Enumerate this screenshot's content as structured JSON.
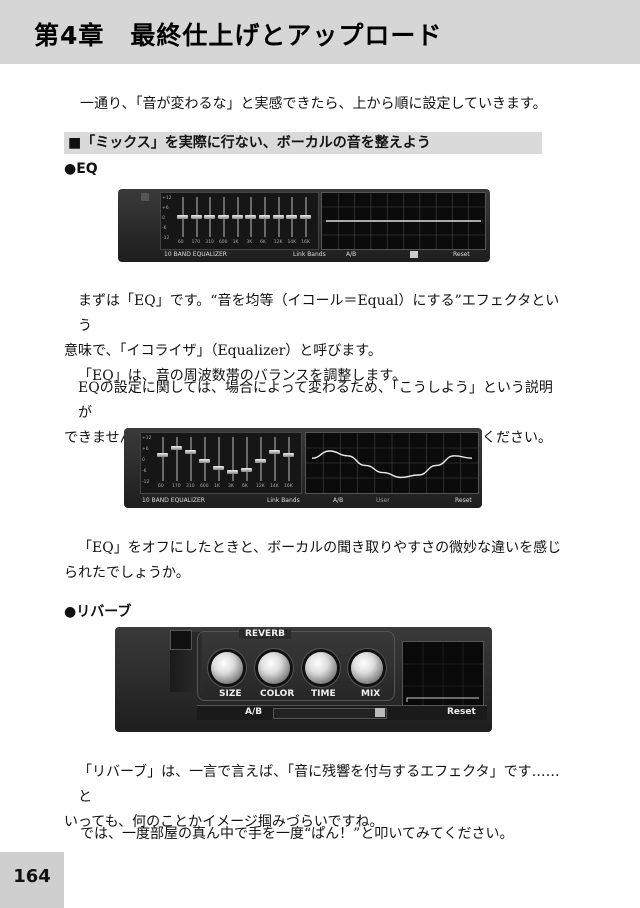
{
  "header": {
    "chapter": "第4章　最終仕上げとアップロード"
  },
  "paragraphs": {
    "p1": "一通り、「音が変わるな」と実感できたら、上から順に設定していきます。",
    "p2": [
      "まずは「EQ」です。“音を均等（イコール＝Equal）にする”エフェクタという",
      "意味で、「イコライザ」（Equalizer）と呼びます。",
      "「EQ」は、音の周波数帯のバランスを調整します。"
    ],
    "p3": [
      "EQの設定に関しては、場合によって変わるため、「こうしよう」という説明が",
      "できません。そのため、本書においては次の図のような設定にしてください。"
    ],
    "p4": [
      "「EQ」をオフにしたときと、ボーカルの聞き取りやすさの微妙な違いを感じ",
      "られたでしょうか。"
    ],
    "p5": [
      "「リバーブ」は、一言で言えば、「音に残響を付与するエフェクタ」です……と",
      "いっても、何のことかイメージ掴みづらいですね。"
    ],
    "p6": "では、一度部屋の真ん中で手を一度“ぱん！”と叩いてみてください。"
  },
  "section": {
    "title": "■「ミックス」を実際に行ない、ボーカルの音を整えよう"
  },
  "subheads": {
    "eq": "●EQ",
    "reverb": "●リバーブ"
  },
  "eq_plugin": {
    "name": "10 BAND EQUALIZER",
    "link": "Link Bands",
    "ab": "A/B",
    "reset": "Reset",
    "preset": "User",
    "scale": [
      "+12",
      "+6",
      "0",
      "-6",
      "-12"
    ],
    "freqs": [
      "60",
      "170",
      "310",
      "600",
      "1K",
      "3K",
      "6K",
      "12K",
      "14K",
      "16K"
    ],
    "eq1_levels": [
      0,
      0,
      0,
      0,
      0,
      0,
      0,
      0,
      0,
      0
    ],
    "eq2_levels": [
      0.2,
      0.5,
      0.3,
      -0.1,
      -0.4,
      -0.6,
      -0.5,
      -0.1,
      0.3,
      0.2
    ]
  },
  "reverb_plugin": {
    "title": "REVERB",
    "knobs": [
      "SIZE",
      "COLOR",
      "TIME",
      "MIX"
    ],
    "ab": "A/B",
    "reset": "Reset"
  },
  "page_number": "164"
}
